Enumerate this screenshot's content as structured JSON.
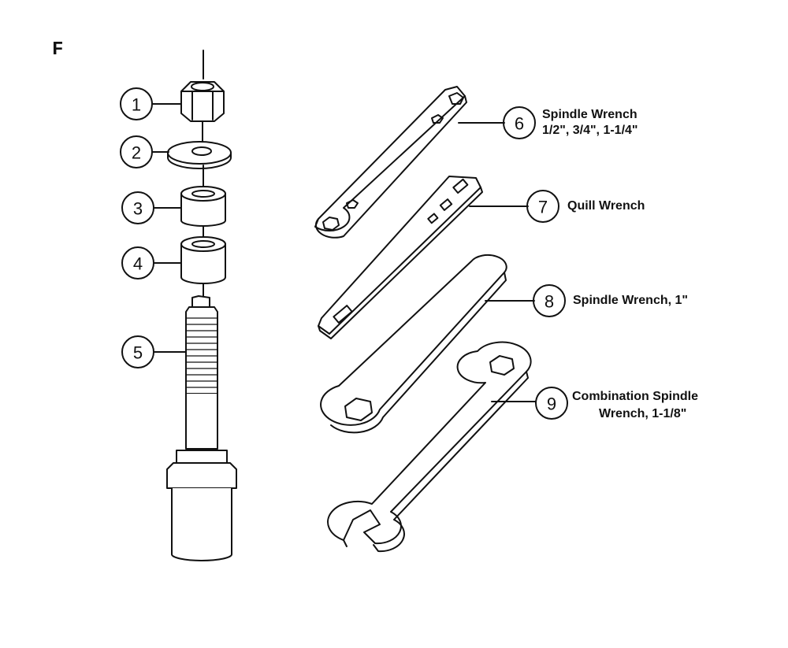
{
  "sheet": {
    "letter": "F"
  },
  "callouts": [
    {
      "number": "1",
      "label": ""
    },
    {
      "number": "2",
      "label": ""
    },
    {
      "number": "3",
      "label": ""
    },
    {
      "number": "4",
      "label": ""
    },
    {
      "number": "5",
      "label": ""
    },
    {
      "number": "6",
      "label_line1": "Spindle Wrench",
      "label_line2": "1/2\", 3/4\", 1-1/4\""
    },
    {
      "number": "7",
      "label_line1": "Quill Wrench"
    },
    {
      "number": "8",
      "label_line1": "Spindle Wrench, 1\""
    },
    {
      "number": "9",
      "label_line1": "Combination Spindle",
      "label_line2": "Wrench, 1-1/8\""
    }
  ],
  "colors": {
    "ink": "#111111",
    "paper": "#ffffff"
  }
}
